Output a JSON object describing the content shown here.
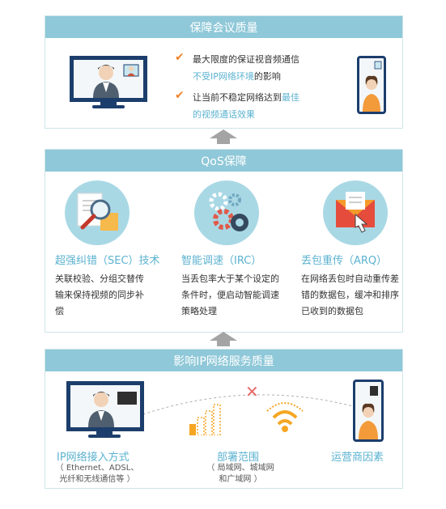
{
  "panel1": {
    "title": "保障会议质量",
    "bullet1_line1": "最大限度的保证视音频通信",
    "bullet1_line2_hl": "不受IP网络环境",
    "bullet1_line2_rest": "的影响",
    "bullet2_line1_a": "让当前不稳定网络达到",
    "bullet2_line1_hl": "最佳",
    "bullet2_line2_hl": "的视频通话效果"
  },
  "panel2": {
    "title": "QoS保障",
    "features": [
      {
        "title": "超强纠错（SEC）技术",
        "desc": "关联校验、分组交替传输来保持视频的同步补偿"
      },
      {
        "title": "智能调速（IRC）",
        "desc": "当丢包率大于某个设定的条件时，便启动智能调速策略处理"
      },
      {
        "title": "丢包重传（ARQ）",
        "desc": "在网络丢包时自动重传差错的数据包，缓冲和排序已收到的数据包"
      }
    ]
  },
  "panel3": {
    "title": "影响IP网络服务质量",
    "items": [
      {
        "label": "IP网络接入方式",
        "sub1": "（ Ethernet、ADSL、",
        "sub2": "光纤和无线通信等 ）"
      },
      {
        "label": "部署范围",
        "sub1": "（ 局域网、城域网",
        "sub2": "和广域网 ）"
      },
      {
        "label": "运营商因素"
      }
    ]
  },
  "colors": {
    "header_bg": "#8fc8d8",
    "accent_text": "#5bb2d0",
    "check": "#f0852d",
    "device_frame": "#1c3e6c",
    "arrow": "#a4a4a4"
  }
}
